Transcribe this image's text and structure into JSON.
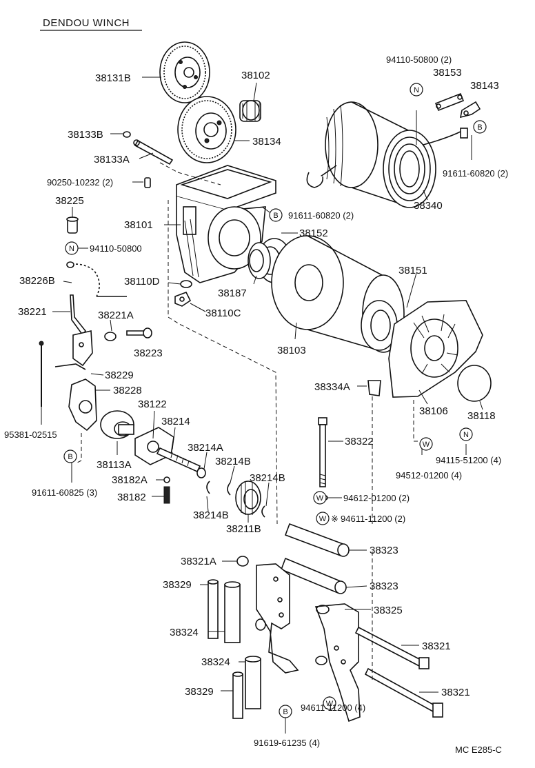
{
  "title": "DENDOU WINCH",
  "footer_code": "MC  E285-C",
  "labels": {
    "p38131B": "38131B",
    "p38102": "38102",
    "p38133B": "38133B",
    "p38134": "38134",
    "p38133A": "38133A",
    "p90250": "90250-10232 (2)",
    "p38225": "38225",
    "p38101": "38101",
    "p91611_60820_a": "91611-60820 (2)",
    "p94110_50800": "94110-50800",
    "p38152": "38152",
    "p38226B": "38226B",
    "p38110D": "38110D",
    "p38187": "38187",
    "p38110C": "38110C",
    "p38221": "38221",
    "p38221A": "38221A",
    "p38223": "38223",
    "p38103": "38103",
    "p38229": "38229",
    "p38228": "38228",
    "p38122": "38122",
    "p38214": "38214",
    "p95381": "95381-02515",
    "p38113A": "38113A",
    "p38214A": "38214A",
    "p38214B_1": "38214B",
    "p38214B_2": "38214B",
    "p38214B_3": "38214B",
    "p38182A": "38182A",
    "p38182": "38182",
    "p38211B": "38211B",
    "p91611_60825": "91611-60825 (3)",
    "p94110_50800_2": "94110-50800 (2)",
    "p38153": "38153",
    "p38143": "38143",
    "p91611_60820_b": "91611-60820 (2)",
    "p38340": "38340",
    "p38151": "38151",
    "p38334A": "38334A",
    "p38106": "38106",
    "p38118": "38118",
    "p38322": "38322",
    "p94115": "94115-51200 (4)",
    "p94512": "94512-01200 (4)",
    "p94612": "94612-01200 (2)",
    "p94611_a": "94611-11200 (2)",
    "p38323_1": "38323",
    "p38323_2": "38323",
    "p38321A": "38321A",
    "p38325": "38325",
    "p38329_1": "38329",
    "p38324_1": "38324",
    "p38321_1": "38321",
    "p38324_2": "38324",
    "p38329_2": "38329",
    "p38321_2": "38321",
    "p94611_b": "94611-11200 (4)",
    "p91619": "91619-61235 (4)"
  },
  "symbols": {
    "N": "N",
    "B": "B",
    "W": "W",
    "star": "※"
  }
}
